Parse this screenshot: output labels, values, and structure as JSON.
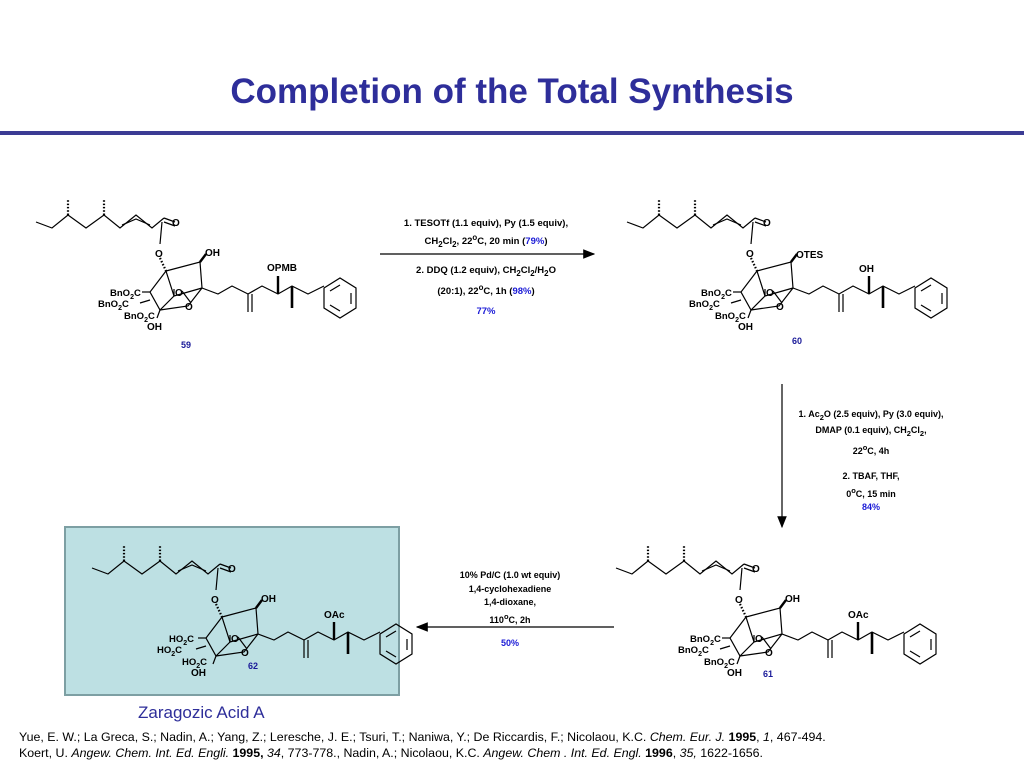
{
  "title": "Completion of the Total Synthesis",
  "atoms": {
    "O": "O",
    "OH": "OH",
    "OPMB": "OPMB",
    "OTES": "OTES",
    "OAc": "OAc",
    "BnO2C": "BnO",
    "HO2C": "HO",
    "sub2": "2",
    "C": "C"
  },
  "compounds": {
    "c59": "59",
    "c60": "60",
    "c61": "61",
    "c62": "62"
  },
  "step1": {
    "line1": "1. TESOTf (1.1 equiv), Py (1.5 equiv),",
    "line2a": "CH",
    "line2b": "2",
    "line2c": "Cl",
    "line2d": "2",
    "line2e": ", 22",
    "line2f": "o",
    "line2g": "C, 20 min (",
    "line2y": "79%",
    "line2h": ")",
    "line3a": "2. DDQ (1.2 equiv), CH",
    "line3b": "2",
    "line3c": "Cl",
    "line3d": "2",
    "line3e": "/H",
    "line3f": "2",
    "line3g": "O",
    "line4a": "(20:1), 22",
    "line4b": "o",
    "line4c": "C, 1h (",
    "line4y": "98%",
    "line4d": ")",
    "yield": "77%"
  },
  "step2": {
    "l1a": "1. Ac",
    "l1b": "2",
    "l1c": "O (2.5 equiv), Py (3.0 equiv),",
    "l2a": "DMAP (0.1 equiv), CH",
    "l2b": "2",
    "l2c": "Cl",
    "l2d": "2",
    "l2e": ",",
    "l3a": "22",
    "l3b": "o",
    "l3c": "C, 4h",
    "l4": "2. TBAF, THF,",
    "l5a": "0",
    "l5b": "o",
    "l5c": "C, 15 min",
    "yield": "84%"
  },
  "step3": {
    "l1": "10% Pd/C (1.0 wt equiv)",
    "l2": "1,4-cyclohexadiene",
    "l3": "1,4-dioxane,",
    "l4a": "110",
    "l4b": "o",
    "l4c": "C, 2h",
    "yield": "50%"
  },
  "caption": "Zaragozic Acid A",
  "references": {
    "r1a": "Yue, E. W.; La Greca, S.; Nadin, A.; Yang, Z.; Leresche, J. E.; Tsuri, T.; Naniwa, Y.; De Riccardis, F.; Nicolaou, K.C. ",
    "r1j": "Chem. Eur. J.",
    "r1y": " 1995",
    "r1c": ", ",
    "r1v": "1",
    "r1p": ", 467-494.",
    "r2a": "Koert, U. ",
    "r2j": "Angew. Chem. Int. Ed. Engli.",
    "r2y": " 1995,",
    "r2s": " ",
    "r2v": "34",
    "r2p": ", 773-778., Nadin, A.; Nicolaou, K.C. ",
    "r2j2": "Angew. Chem . Int. Ed. Engl.",
    "r2y2": " 1996",
    "r2c": ", ",
    "r2v2": "35,",
    "r2p2": " 1622-1656."
  },
  "colors": {
    "title": "#2e2e9a",
    "rule": "#3b3b94",
    "yield": "#1a1ad6",
    "box_fill": "#bde0e3",
    "box_border": "#7d9fa3"
  }
}
